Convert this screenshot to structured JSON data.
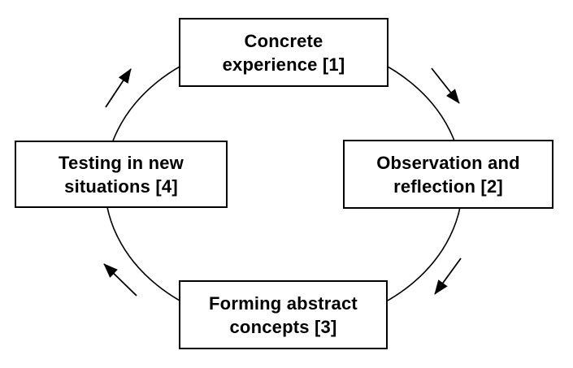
{
  "diagram": {
    "type": "cycle",
    "direction": "clockwise",
    "nodes": {
      "top": {
        "line1": "Concrete",
        "line2": "experience [1]"
      },
      "right": {
        "line1": "Observation and",
        "line2": "reflection [2]"
      },
      "bottom": {
        "line1": "Forming abstract",
        "line2": "concepts [3]"
      },
      "left": {
        "line1": "Testing in new",
        "line2": "situations [4]"
      }
    },
    "colors": {
      "stroke": "#000000",
      "box_fill": "#ffffff",
      "background": "#ffffff"
    }
  }
}
